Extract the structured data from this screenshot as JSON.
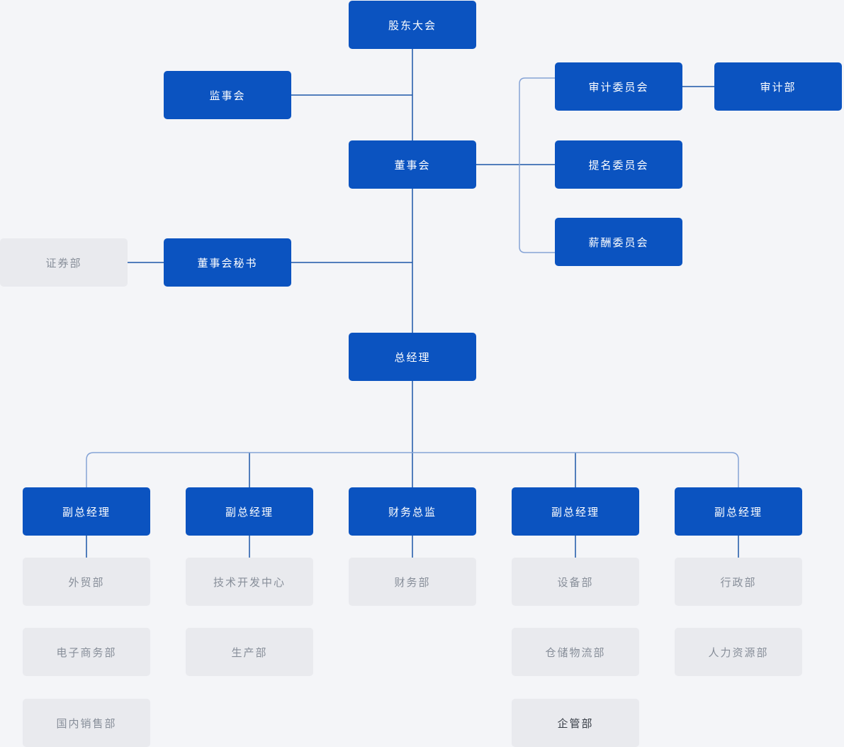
{
  "diagram": {
    "type": "org-chart",
    "language": "zh-CN"
  },
  "colors": {
    "background": "#f4f5f8",
    "node_primary_fill": "#0b53c0",
    "node_primary_text": "#ffffff",
    "node_secondary_fill": "#e9eaee",
    "node_secondary_text": "#878e99",
    "node_emphasis_text": "#363c45",
    "connector_dark": "#1d56a8",
    "connector_light": "#85a3d6"
  },
  "nodes": [
    {
      "id": "shareholders-meeting",
      "label": "股东大会",
      "type": "primary"
    },
    {
      "id": "supervisory-board",
      "label": "监事会",
      "type": "primary"
    },
    {
      "id": "board-of-directors",
      "label": "董事会",
      "type": "primary"
    },
    {
      "id": "audit-committee",
      "label": "审计委员会",
      "type": "primary"
    },
    {
      "id": "audit-department",
      "label": "审计部",
      "type": "primary"
    },
    {
      "id": "nomination-committee",
      "label": "提名委员会",
      "type": "primary"
    },
    {
      "id": "compensation-committee",
      "label": "薪酬委员会",
      "type": "primary"
    },
    {
      "id": "securities-department",
      "label": "证券部",
      "type": "secondary"
    },
    {
      "id": "board-secretary",
      "label": "董事会秘书",
      "type": "primary"
    },
    {
      "id": "general-manager",
      "label": "总经理",
      "type": "primary"
    },
    {
      "id": "deputy-gm-1",
      "label": "副总经理",
      "type": "primary"
    },
    {
      "id": "deputy-gm-2",
      "label": "副总经理",
      "type": "primary"
    },
    {
      "id": "finance-director",
      "label": "财务总监",
      "type": "primary"
    },
    {
      "id": "deputy-gm-3",
      "label": "副总经理",
      "type": "primary"
    },
    {
      "id": "deputy-gm-4",
      "label": "副总经理",
      "type": "primary"
    },
    {
      "id": "foreign-trade-dept",
      "label": "外贸部",
      "type": "secondary"
    },
    {
      "id": "ecommerce-dept",
      "label": "电子商务部",
      "type": "secondary"
    },
    {
      "id": "domestic-sales-dept",
      "label": "国内销售部",
      "type": "secondary"
    },
    {
      "id": "tech-dev-center",
      "label": "技术开发中心",
      "type": "secondary"
    },
    {
      "id": "production-dept",
      "label": "生产部",
      "type": "secondary"
    },
    {
      "id": "finance-dept",
      "label": "财务部",
      "type": "secondary"
    },
    {
      "id": "equipment-dept",
      "label": "设备部",
      "type": "secondary"
    },
    {
      "id": "warehouse-logistics-dept",
      "label": "仓储物流部",
      "type": "secondary"
    },
    {
      "id": "enterprise-mgmt-dept",
      "label": "企管部",
      "type": "secondary-emphasis"
    },
    {
      "id": "administration-dept",
      "label": "行政部",
      "type": "secondary"
    },
    {
      "id": "human-resources-dept",
      "label": "人力资源部",
      "type": "secondary"
    }
  ],
  "edges": [
    {
      "from": "shareholders-meeting",
      "to": "supervisory-board"
    },
    {
      "from": "shareholders-meeting",
      "to": "board-of-directors"
    },
    {
      "from": "board-of-directors",
      "to": "audit-committee"
    },
    {
      "from": "board-of-directors",
      "to": "nomination-committee"
    },
    {
      "from": "board-of-directors",
      "to": "compensation-committee"
    },
    {
      "from": "audit-committee",
      "to": "audit-department"
    },
    {
      "from": "board-of-directors",
      "to": "board-secretary"
    },
    {
      "from": "board-secretary",
      "to": "securities-department"
    },
    {
      "from": "board-of-directors",
      "to": "general-manager"
    },
    {
      "from": "general-manager",
      "to": "deputy-gm-1"
    },
    {
      "from": "general-manager",
      "to": "deputy-gm-2"
    },
    {
      "from": "general-manager",
      "to": "finance-director"
    },
    {
      "from": "general-manager",
      "to": "deputy-gm-3"
    },
    {
      "from": "general-manager",
      "to": "deputy-gm-4"
    },
    {
      "from": "deputy-gm-1",
      "to": "foreign-trade-dept"
    },
    {
      "from": "deputy-gm-1",
      "to": "ecommerce-dept"
    },
    {
      "from": "deputy-gm-1",
      "to": "domestic-sales-dept"
    },
    {
      "from": "deputy-gm-2",
      "to": "tech-dev-center"
    },
    {
      "from": "deputy-gm-2",
      "to": "production-dept"
    },
    {
      "from": "finance-director",
      "to": "finance-dept"
    },
    {
      "from": "deputy-gm-3",
      "to": "equipment-dept"
    },
    {
      "from": "deputy-gm-3",
      "to": "warehouse-logistics-dept"
    },
    {
      "from": "deputy-gm-3",
      "to": "enterprise-mgmt-dept"
    },
    {
      "from": "deputy-gm-4",
      "to": "administration-dept"
    },
    {
      "from": "deputy-gm-4",
      "to": "human-resources-dept"
    }
  ]
}
